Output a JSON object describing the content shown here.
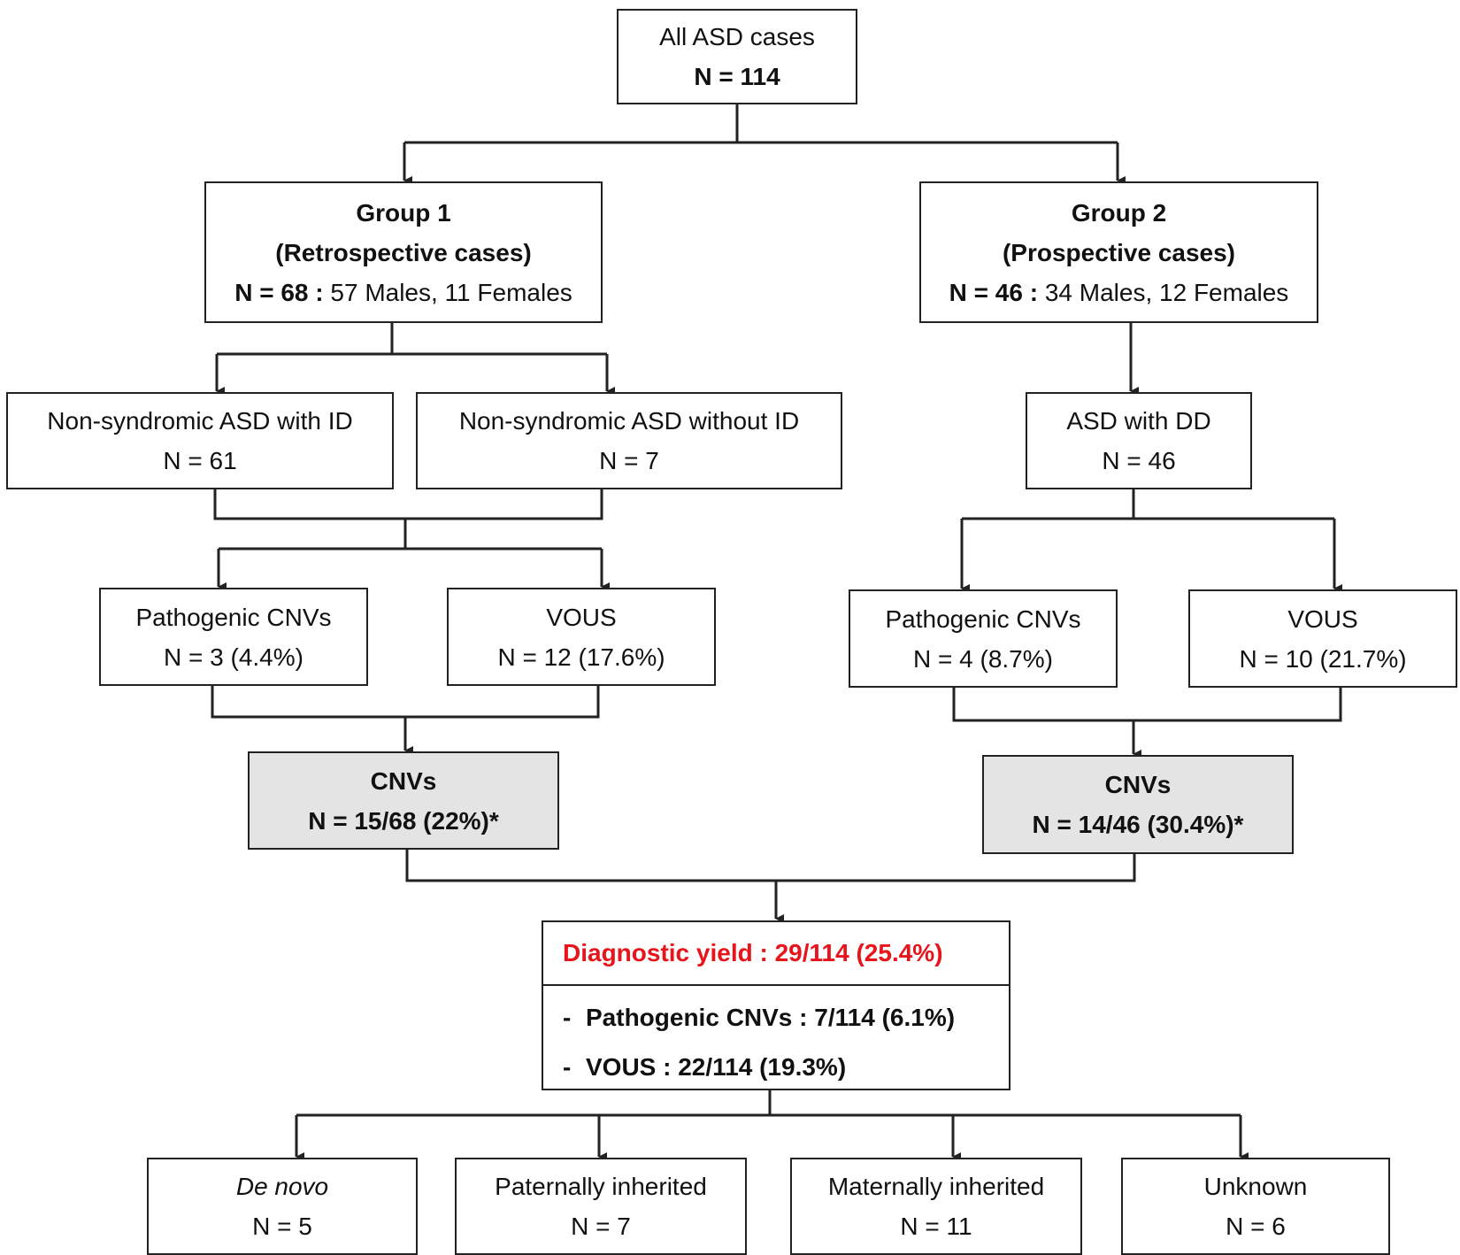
{
  "root": {
    "title": "All ASD cases",
    "count": "N = 114"
  },
  "group1": {
    "title": "Group 1",
    "subtitle": "(Retrospective cases)",
    "count_bold": "N = 68 :",
    "count_rest": " 57 Males, 11 Females"
  },
  "group2": {
    "title": "Group 2",
    "subtitle": "(Prospective cases)",
    "count_bold": "N = 46 :",
    "count_rest": " 34 Males, 12 Females"
  },
  "g1_with_id": {
    "label": "Non-syndromic ASD with ID",
    "count": "N = 61"
  },
  "g1_without_id": {
    "label": "Non-syndromic ASD without ID",
    "count": "N = 7"
  },
  "g2_dd": {
    "label": "ASD with DD",
    "count": "N = 46"
  },
  "g1_pathogenic": {
    "label": "Pathogenic CNVs",
    "count": "N = 3 (4.4%)"
  },
  "g1_vous": {
    "label": "VOUS",
    "count": "N = 12 (17.6%)"
  },
  "g2_pathogenic": {
    "label": "Pathogenic CNVs",
    "count": "N = 4 (8.7%)"
  },
  "g2_vous": {
    "label": "VOUS",
    "count": "N = 10 (21.7%)"
  },
  "g1_cnvs": {
    "label": "CNVs",
    "count": "N = 15/68 (22%)*"
  },
  "g2_cnvs": {
    "label": "CNVs",
    "count": "N = 14/46 (30.4%)*"
  },
  "yield": {
    "headline": "Diagnostic yield : 29/114 (25.4%)",
    "items": [
      {
        "dash": "-",
        "text": "Pathogenic CNVs : 7/114 (6.1%)"
      },
      {
        "dash": "-",
        "text": "VOUS : 22/114 (19.3%)"
      }
    ]
  },
  "inheritance": [
    {
      "label": "De novo",
      "count": "N = 5"
    },
    {
      "label": "Paternally inherited",
      "count": "N = 7"
    },
    {
      "label": "Maternally inherited",
      "count": "N = 11"
    },
    {
      "label": "Unknown",
      "count": "N = 6"
    }
  ],
  "colors": {
    "highlight": "#e8141c",
    "cnv_fill": "#e4e4e4",
    "line": "#222222"
  }
}
